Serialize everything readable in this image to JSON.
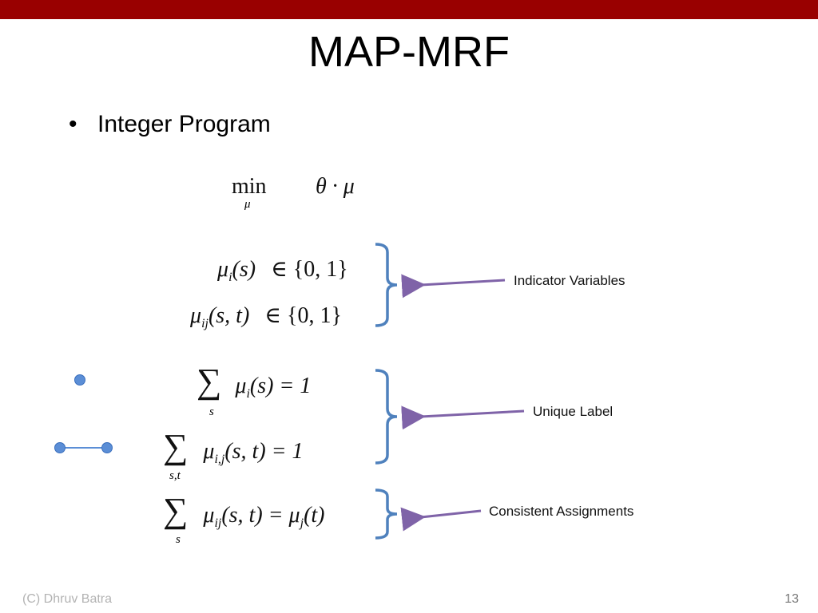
{
  "slide": {
    "title": "MAP-MRF",
    "bullet": "•",
    "bullet_text": "Integer Program"
  },
  "equations": {
    "objective_min": "min",
    "objective_sub": "μ",
    "objective_expr": "θ · μ",
    "ind1_lhs": "μ",
    "ind1_sub": "i",
    "ind1_args": "(s)",
    "ind1_rel": "∈ {0, 1}",
    "ind2_lhs": "μ",
    "ind2_sub": "ij",
    "ind2_args": "(s, t)",
    "ind2_rel": "∈ {0, 1}",
    "sum1_sigma": "∑",
    "sum1_under": "s",
    "sum1_lhs": "μ",
    "sum1_sub": "i",
    "sum1_rest": "(s) = 1",
    "sum2_sigma": "∑",
    "sum2_under": "s,t",
    "sum2_lhs": "μ",
    "sum2_sub": "i,j",
    "sum2_rest": "(s, t) = 1",
    "sum3_sigma": "∑",
    "sum3_under": "s",
    "sum3_lhs": "μ",
    "sum3_sub": "ij",
    "sum3_rest": "(s, t) = μ",
    "sum3_rhs_sub": "j",
    "sum3_rhs_args": "(t)"
  },
  "annotations": {
    "indicator": "Indicator Variables",
    "unique": "Unique Label",
    "consistent": "Consistent Assignments"
  },
  "footer": {
    "author": "(C) Dhruv Batra",
    "page": "13"
  },
  "colors": {
    "topbar": "#990000",
    "bracket": "#4f81bd",
    "arrow": "#7f63a8",
    "node": "#5b8ed6"
  }
}
